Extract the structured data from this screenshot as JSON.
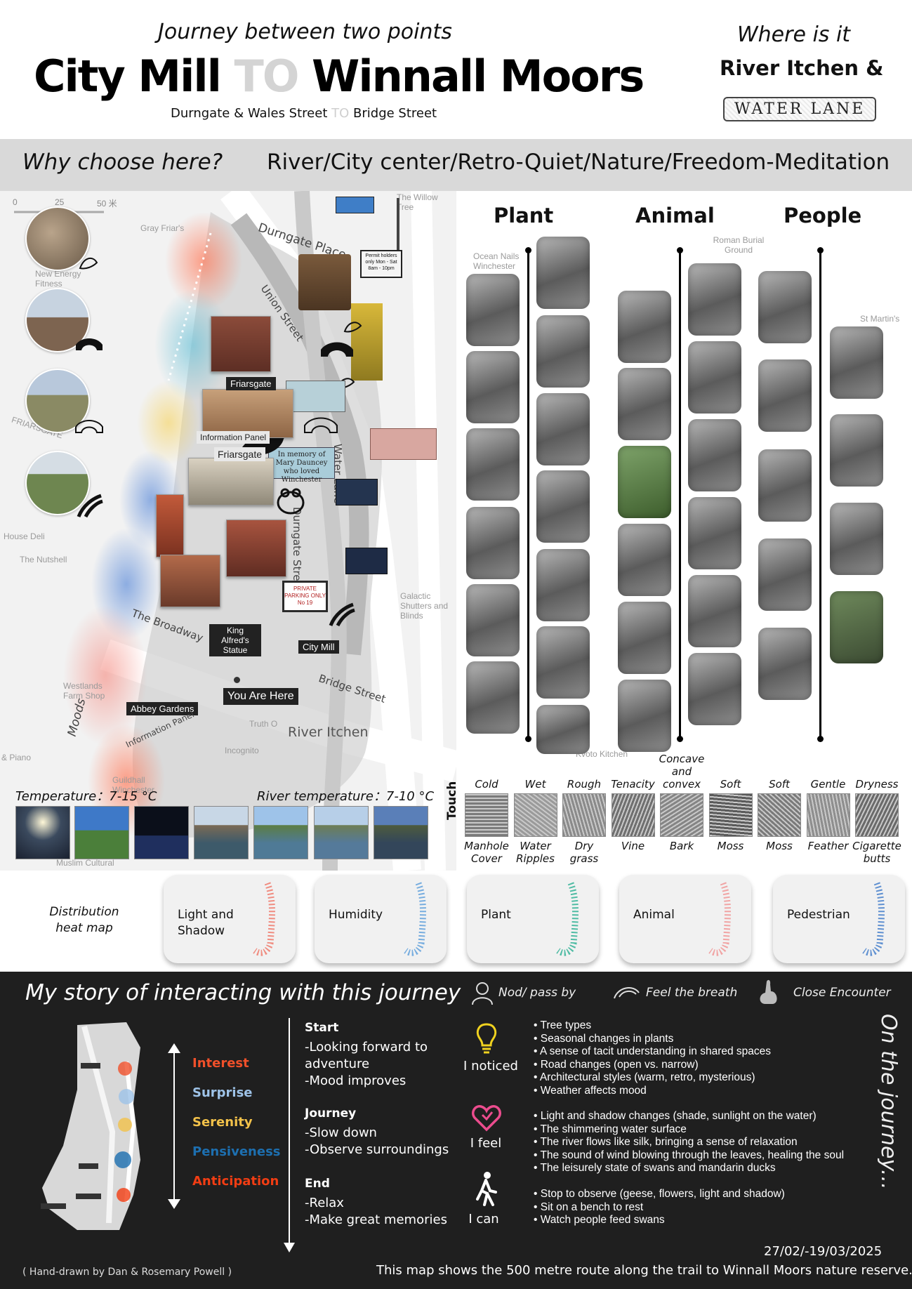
{
  "header": {
    "subtitle": "Journey between two points",
    "title_start": "City Mill",
    "title_to": "TO",
    "title_end": "Winnall Moors",
    "streets_start": "Durngate & Wales Street",
    "streets_to": "TO",
    "streets_end": "Bridge Street",
    "where_label": "Where is it",
    "where_value": "River Itchen &",
    "stamp_text": "WATER LANE"
  },
  "why": {
    "question": "Why choose here?",
    "answer": "River/City center/Retro-Quiet/Nature/Freedom-Meditation"
  },
  "map": {
    "scale": {
      "zero": "0",
      "mid": "25",
      "end": "50 米"
    },
    "poi": {
      "willow_tree": "The Willow Tree",
      "gray_friars": "Gray Friar's",
      "new_energy": "New Energy Fitness",
      "ocean_nails": "Ocean Nails Winchester",
      "roman_burial": "Roman Burial Ground",
      "st_martins": "St Martin's",
      "house_deli": "House Deli",
      "nutshell": "The Nutshell",
      "galactic": "Galactic Shutters and Blinds",
      "westlands": "Westlands Farm Shop",
      "piano": "& Piano",
      "incognito": "Incognito",
      "guildhall": "Guildhall Winchester",
      "muslim": "Muslim Cultural",
      "kvoto": "Kvoto Kitchen",
      "truth": "Truth O"
    },
    "roads": {
      "durngate": "Durngate Place",
      "union": "Union Street",
      "water_lane": "Water Lane",
      "durngate_street": "Durngate Street",
      "broadway": "The Broadway",
      "bridge": "Bridge Street",
      "river": "River Itchen",
      "friarsgate": "FRIARSGATE"
    },
    "tags": {
      "friarsgate1": "Friarsgate",
      "friarsgate2": "Friarsgate",
      "info_panel": "Information Panel",
      "info_panel2": "Information Panel",
      "king_alfred": "King Alfred's Statue",
      "city_mill": "City Mill",
      "you_are_here": "You Are Here",
      "abbey": "Abbey Gardens",
      "moods": "Moods"
    },
    "signs": {
      "permit": "Permit holders only Mon - Sat 8am - 10pm",
      "mary_dauncey": "In memory of Mary Dauncey who loved Winchester",
      "private_parking": "PRIVATE PARKING ONLY No 19"
    }
  },
  "columns": {
    "plant": "Plant",
    "animal": "Animal",
    "people": "People"
  },
  "temperature": {
    "air_label": "Temperature：7-15 °C",
    "river_label": "River temperature：7-10 °C"
  },
  "touch": {
    "label": "Touch",
    "items": [
      {
        "feel": "Cold",
        "object": "Manhole Cover"
      },
      {
        "feel": "Wet",
        "object": "Water Ripples"
      },
      {
        "feel": "Rough",
        "object": "Dry grass"
      },
      {
        "feel": "Tenacity",
        "object": "Vine"
      },
      {
        "feel": "Concave and convex",
        "object": "Bark"
      },
      {
        "feel": "Soft",
        "object": "Moss"
      },
      {
        "feel": "Soft",
        "object": "Moss"
      },
      {
        "feel": "Gentle",
        "object": "Feather"
      },
      {
        "feel": "Dryness",
        "object": "Cigarette butts"
      }
    ]
  },
  "heatmap": {
    "label": "Distribution heat map",
    "cards": [
      "Light and Shadow",
      "Humidity",
      "Plant",
      "Animal",
      "Pedestrian"
    ]
  },
  "story": {
    "title": "My story of interacting with this journey",
    "legend": {
      "nod": "Nod/ pass by",
      "breath": "Feel the breath",
      "close": "Close Encounter"
    },
    "emotions": [
      {
        "name": "Interest",
        "color": "#f0502a"
      },
      {
        "name": "Surprise",
        "color": "#9ec3e8"
      },
      {
        "name": "Serenity",
        "color": "#f3c24a"
      },
      {
        "name": "Pensiveness",
        "color": "#1d6fb0"
      },
      {
        "name": "Anticipation",
        "color": "#f23d13"
      }
    ],
    "phases": {
      "start_h": "Start",
      "start_1": "-Looking forward to adventure",
      "start_2": "-Mood improves",
      "journey_h": "Journey",
      "journey_1": "-Slow down",
      "journey_2": "-Observe surroundings",
      "end_h": "End",
      "end_1": "-Relax",
      "end_2": "-Make great memories"
    },
    "senses": {
      "noticed": "I noticed",
      "feel": "I feel",
      "can": "I can"
    },
    "noticed_items": [
      "Tree types",
      "Seasonal changes in plants",
      "A sense of tacit understanding in shared spaces",
      "Road changes (open vs. narrow)",
      "Architectural styles (warm, retro, mysterious)",
      "Weather affects mood"
    ],
    "feel_items": [
      "Light and shadow changes (shade, sunlight on the water)",
      "The shimmering water surface",
      "The river flows like silk, bringing a sense of relaxation",
      "The sound of wind blowing through the leaves, healing the soul",
      "The leisurely state of swans and mandarin ducks"
    ],
    "can_items": [
      "Stop to observe (geese, flowers, light and shadow)",
      "Sit on a bench to rest",
      "Watch people feed swans"
    ],
    "vertical": "On the journey...",
    "date": "27/02/-19/03/2025",
    "footer": "This map shows the 500 metre route along the trail to Winnall Moors nature reserve.",
    "credit": "( Hand-drawn by Dan & Rosemary Powell )"
  }
}
